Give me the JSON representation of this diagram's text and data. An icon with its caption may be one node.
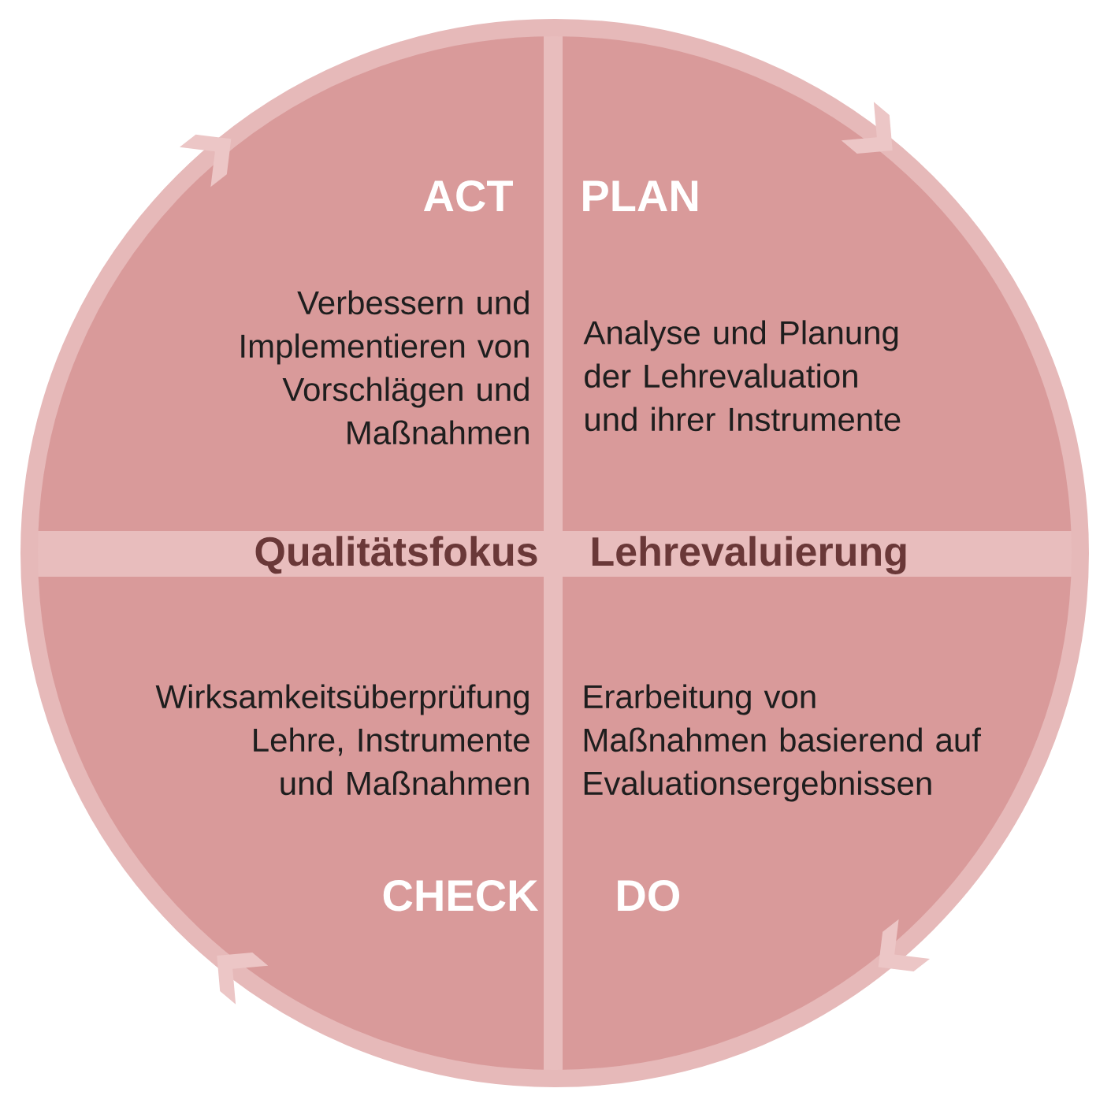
{
  "diagram": {
    "nodes": [
      {
        "text": [
          "ACT",
          "Verbessern und Implementieren von Vorschlägen und Maßnahmen"
        ]
      },
      {
        "text": [
          "PLAN",
          "Analyse und Planung der Lehrevaluation und ihrer Instrumente"
        ]
      },
      {
        "text": [
          "Qualitätsfokus",
          "Lehrevaluierung"
        ]
      },
      {
        "text": [
          "Wirksamkeitsüberprüfung Lehre, Instrumente und Maßnahmen",
          "CHECK"
        ]
      },
      {
        "text": [
          "Erarbeitung von Maßnahmen basierend auf Evaluationsergebnissen",
          "DO"
        ]
      }
    ]
  }
}
